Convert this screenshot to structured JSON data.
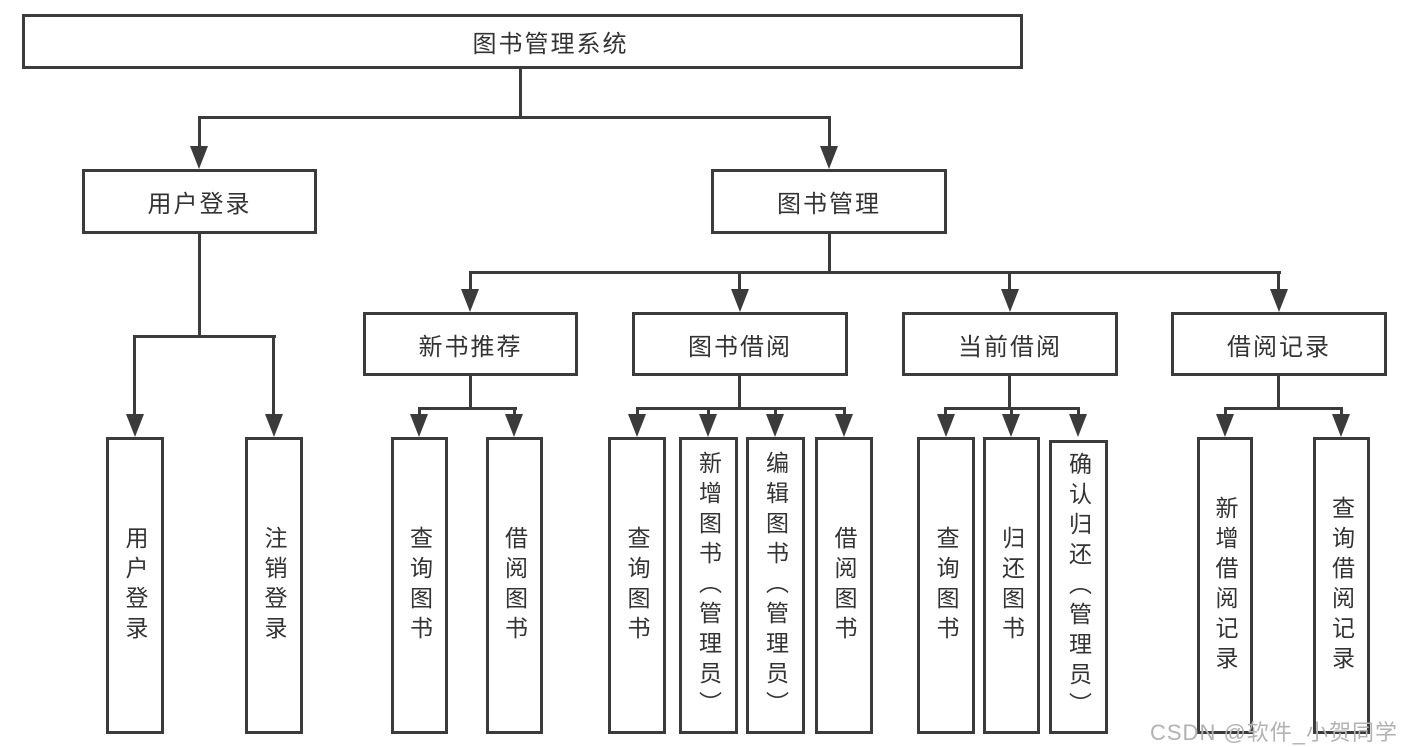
{
  "diagram_title": "图书管理系统",
  "tree": {
    "label": "图书管理系统",
    "children": [
      {
        "label": "用户登录",
        "children": [
          {
            "label": "用户登录"
          },
          {
            "label": "注销登录"
          }
        ]
      },
      {
        "label": "图书管理",
        "children": [
          {
            "label": "新书推荐",
            "children": [
              {
                "label": "查询图书"
              },
              {
                "label": "借阅图书"
              }
            ]
          },
          {
            "label": "图书借阅",
            "children": [
              {
                "label": "查询图书"
              },
              {
                "label": "新增图书（管理员）"
              },
              {
                "label": "编辑图书（管理员）"
              },
              {
                "label": "借阅图书"
              }
            ]
          },
          {
            "label": "当前借阅",
            "children": [
              {
                "label": "查询图书"
              },
              {
                "label": "归还图书"
              },
              {
                "label": "确认归还（管理员）"
              }
            ]
          },
          {
            "label": "借阅记录",
            "children": [
              {
                "label": "新增借阅记录"
              },
              {
                "label": "查询借阅记录"
              }
            ]
          }
        ]
      }
    ]
  },
  "watermark": "CSDN @软件_小贺同学",
  "colors": {
    "line": "#3b3b3b",
    "text": "#333333",
    "background": "#ffffff",
    "watermark": "#b2b2b2"
  }
}
